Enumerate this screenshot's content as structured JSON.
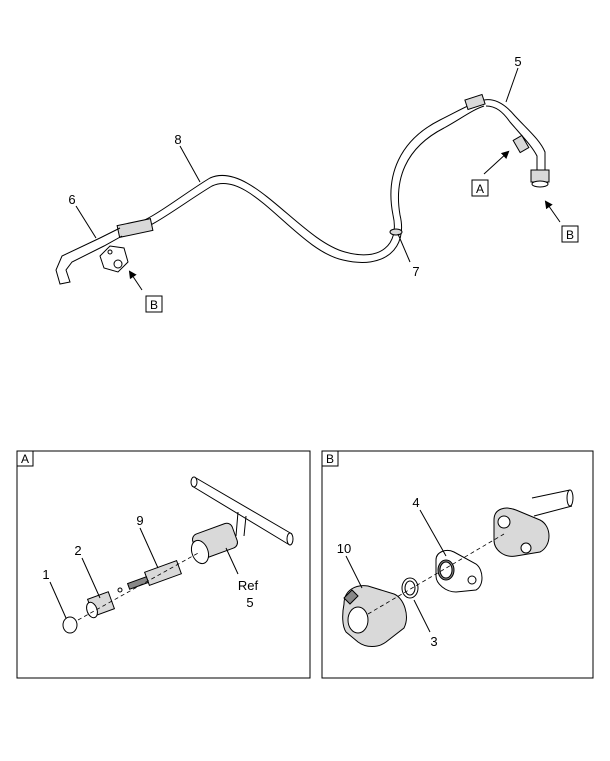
{
  "callouts": {
    "c1": "1",
    "c2": "2",
    "c3": "3",
    "c4": "4",
    "c5": "5",
    "c6": "6",
    "c7": "7",
    "c8": "8",
    "c9": "9",
    "c10": "10",
    "ref_word": "Ref",
    "ref_num": "5"
  },
  "view_refs": {
    "a": "A",
    "b": "B"
  },
  "detail_panels": {
    "a_title": "A",
    "b_title": "B"
  },
  "colors": {
    "line": "#000000",
    "background": "#ffffff",
    "shade": "#d9d9d9"
  }
}
